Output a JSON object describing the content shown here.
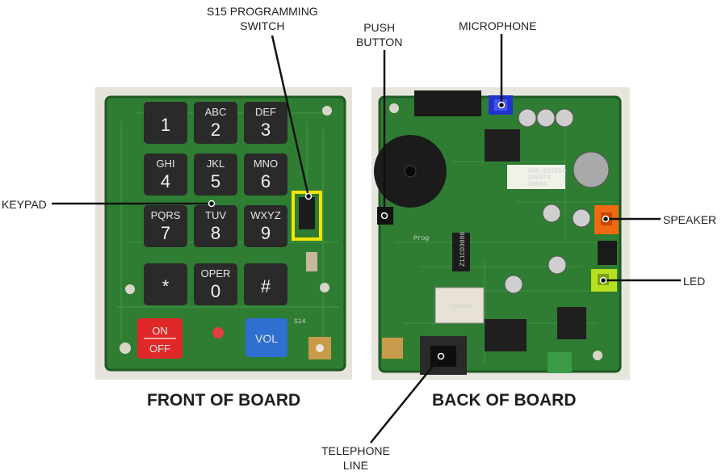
{
  "labels": {
    "s15_line1": "S15 PROGRAMMING",
    "s15_line2": "SWITCH",
    "push_line1": "PUSH",
    "push_line2": "BUTTON",
    "microphone": "MICROPHONE",
    "keypad": "KEYPAD",
    "speaker": "SPEAKER",
    "led": "LED",
    "telephone_line1": "TELEPHONE",
    "telephone_line2": "LINE"
  },
  "captions": {
    "front": "FRONT OF BOARD",
    "back": "BACK OF BOARD"
  },
  "keypad": {
    "keys": [
      {
        "main": "1",
        "sub": ""
      },
      {
        "main": "2",
        "sub": "ABC"
      },
      {
        "main": "3",
        "sub": "DEF"
      },
      {
        "main": "4",
        "sub": "GHI"
      },
      {
        "main": "5",
        "sub": "JKL"
      },
      {
        "main": "6",
        "sub": "MNO"
      },
      {
        "main": "7",
        "sub": "PQRS"
      },
      {
        "main": "8",
        "sub": "TUV"
      },
      {
        "main": "9",
        "sub": "WXYZ"
      },
      {
        "main": "*",
        "sub": ""
      },
      {
        "main": "0",
        "sub": "OPER"
      },
      {
        "main": "#",
        "sub": ""
      }
    ],
    "onoff_top": "ON",
    "onoff_bottom": "OFF",
    "vol": "VOL",
    "s14": "S14"
  },
  "back_board": {
    "sticker_line1": "408-039550",
    "sticker_line2": "294074",
    "sticker_line3": "00945",
    "relay_text": "TSM600",
    "chip_text": "Z11CD3080",
    "prog_text": "Prog"
  },
  "colors": {
    "pcb": "#2f7d33",
    "pcb_dark": "#235f27",
    "key": "#2a2a2a",
    "onoff": "#e02828",
    "vol": "#2f6fd0",
    "highlight": "#f5e400",
    "speaker_conn": "#f06a12",
    "led_conn": "#b8e020",
    "mic_conn": "#2233cc"
  }
}
